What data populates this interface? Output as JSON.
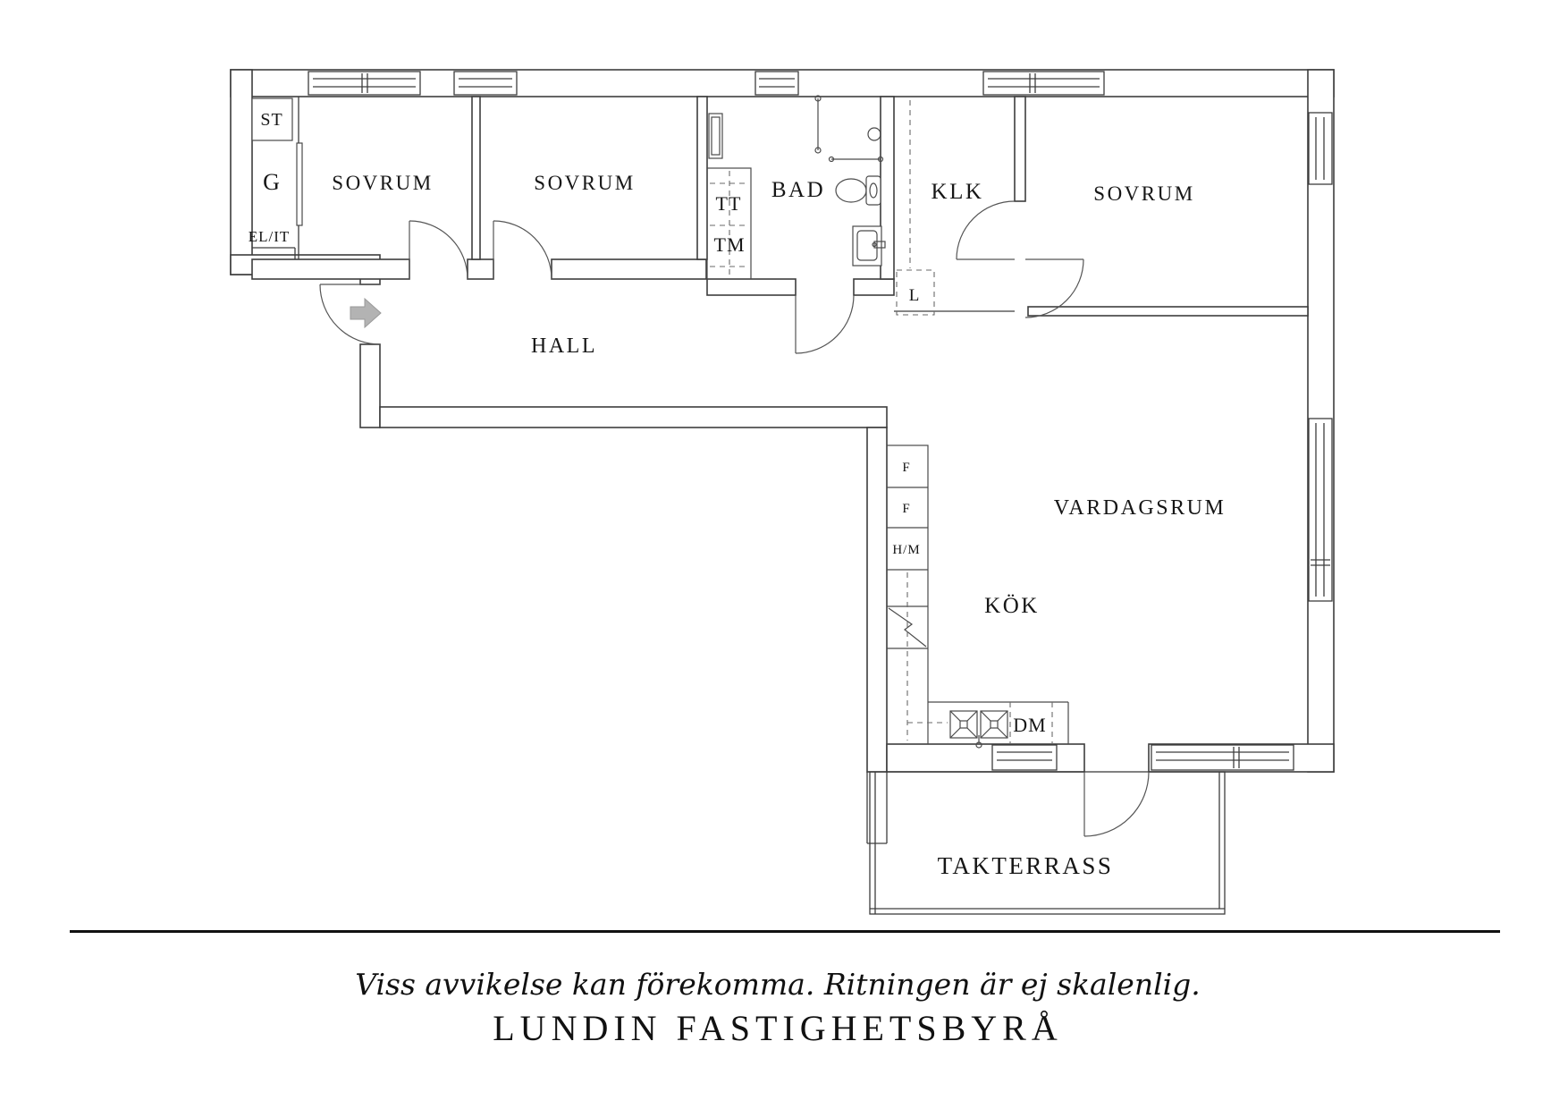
{
  "floorplan": {
    "rooms": {
      "sovrum1": "SOVRUM",
      "sovrum2": "SOVRUM",
      "sovrum3": "SOVRUM",
      "bad": "BAD",
      "klk": "KLK",
      "hall": "HALL",
      "vardagsrum": "VARDAGSRUM",
      "kok": "KÖK",
      "takterrass": "TAKTERRASS"
    },
    "fixtures": {
      "st": "ST",
      "g": "G",
      "elit": "EL/IT",
      "tt": "TT",
      "tm": "TM",
      "l": "L",
      "f1": "F",
      "f2": "F",
      "hm": "H/M",
      "dm": "DM"
    },
    "colors": {
      "line": "#3d3d3d",
      "entry_arrow": "#b3b3b3"
    }
  },
  "footer": {
    "disclaimer": "Viss avvikelse kan förekomma. Ritningen är ej skalenlig.",
    "brand": "LUNDIN FASTIGHETSBYRÅ"
  }
}
